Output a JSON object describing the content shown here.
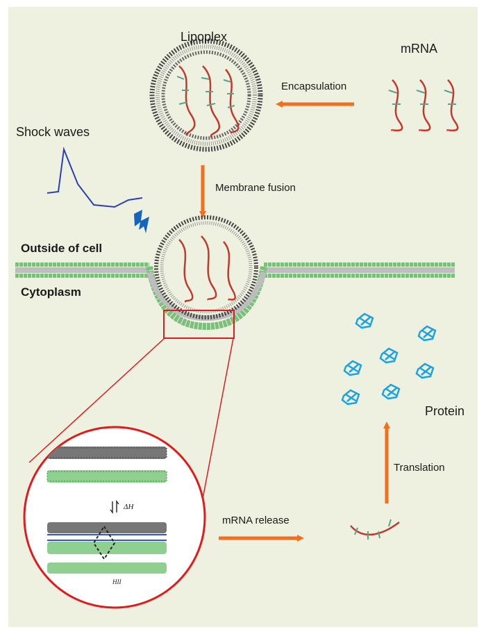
{
  "labels": {
    "lipoplex": "Lipoplex",
    "mrna": "mRNA",
    "encapsulation": "Encapsulation",
    "shock_waves": "Shock waves",
    "membrane_fusion": "Membrane fusion",
    "outside_of_cell": "Outside of cell",
    "cytoplasm": "Cytoplasm",
    "protein": "Protein",
    "translation": "Translation",
    "mrna_release": "mRNA release",
    "delta_h": "ΔH",
    "h_ii": "HII"
  },
  "colors": {
    "background": "#eef0e0",
    "arrow": "#f07020",
    "lipid_grey": "#555555",
    "membrane_green": "#7bbf7b",
    "rna": "#c0392b",
    "protein": "#1aa3e0",
    "shock_wave": "#2a3fb0",
    "lightning": "#1565c0",
    "highlight_red": "#e01b1b"
  },
  "icons": [
    "lightning-icon",
    "protein-icon",
    "mrna-strand-icon"
  ]
}
